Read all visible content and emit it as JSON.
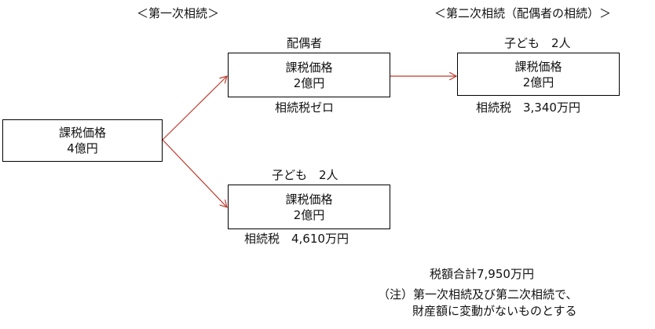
{
  "colors": {
    "arrow": "#c0392b",
    "border": "#000000",
    "text": "#111111"
  },
  "headers": {
    "first": "＜第一次相続＞",
    "second": "＜第二次相続（配偶者の相続）＞"
  },
  "boxes": {
    "origin": {
      "line1": "課税価格",
      "line2": "4億円"
    },
    "spouse": {
      "label": "配偶者",
      "line1": "課税価格",
      "line2": "2億円",
      "tax": "相続税ゼロ"
    },
    "children1": {
      "label": "子ども　2人",
      "line1": "課税価格",
      "line2": "2億円",
      "tax": "相続税　4,610万円"
    },
    "children2": {
      "label": "子ども　2人",
      "line1": "課税価格",
      "line2": "2億円",
      "tax": "相続税　3,340万円"
    }
  },
  "summary": {
    "total": "税額合計7,950万円",
    "note_line1": "（注）第一次相続及び第二次相続で、",
    "note_line2": "財産額に変動がないものとする"
  }
}
